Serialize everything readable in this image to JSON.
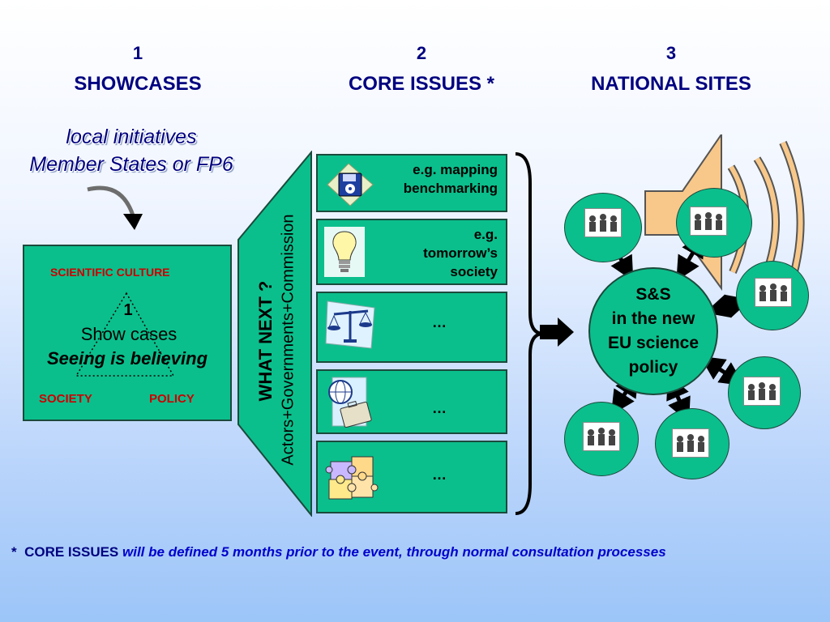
{
  "columns": [
    {
      "number": "1",
      "title": "SHOWCASES"
    },
    {
      "number": "2",
      "title": "CORE ISSUES *"
    },
    {
      "number": "3",
      "title": "NATIONAL SITES"
    }
  ],
  "note": {
    "line1": "local initiatives",
    "line2": "Member States or FP6"
  },
  "showcase": {
    "heading": "SCIENTIFIC CULTURE",
    "number": "1",
    "title": "Show cases",
    "subtitle": "Seeing is believing",
    "left_label": "SOCIETY",
    "right_label": "POLICY"
  },
  "funnel": {
    "line1": "WHAT NEXT ?",
    "line2": "Actors+Governments+Commission"
  },
  "issues": [
    {
      "icon": "floppy-disk-icon",
      "lines": [
        "e.g. mapping",
        "benchmarking"
      ]
    },
    {
      "icon": "light-bulb-icon",
      "lines": [
        "e.g.",
        "tomorrow’s",
        "society"
      ]
    },
    {
      "icon": "scales-icon",
      "lines": [
        "…"
      ]
    },
    {
      "icon": "globe-briefcase-icon",
      "lines": [
        "…"
      ]
    },
    {
      "icon": "puzzle-icon",
      "lines": [
        "…"
      ]
    }
  ],
  "center": {
    "line1": "S&S",
    "line2": "in the new",
    "line3": "EU science",
    "line4": "policy"
  },
  "footnote": {
    "star": "*",
    "label": "CORE ISSUES",
    "text": "will be defined 5 months prior to the event,  through normal consultation processes"
  },
  "colors": {
    "box_green": "#0bbf8c",
    "title_navy": "#000080",
    "accent_red": "#cc0000",
    "speaker_orange": "#f8c88a"
  }
}
